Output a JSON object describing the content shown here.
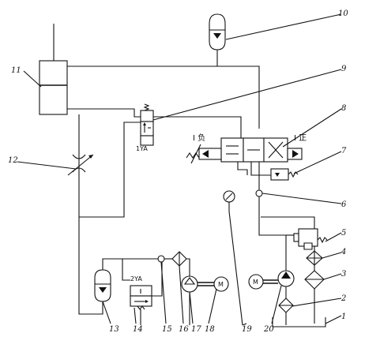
{
  "callouts": {
    "n1": "1",
    "n2": "2",
    "n3": "3",
    "n4": "4",
    "n5": "5",
    "n6": "6",
    "n7": "7",
    "n8": "8",
    "n9": "9",
    "n10": "10",
    "n11": "11",
    "n12": "12",
    "n13": "13",
    "n14": "14",
    "n15": "15",
    "n16": "16",
    "n17": "17",
    "n18": "18",
    "n19": "19",
    "n20": "20"
  },
  "labels": {
    "solenoid_1ya": "1YA",
    "solenoid_2ya": "2YA",
    "valve_side_left": "I 负",
    "valve_side_right": "I 正",
    "motor_left": "M",
    "motor_right": "M"
  }
}
